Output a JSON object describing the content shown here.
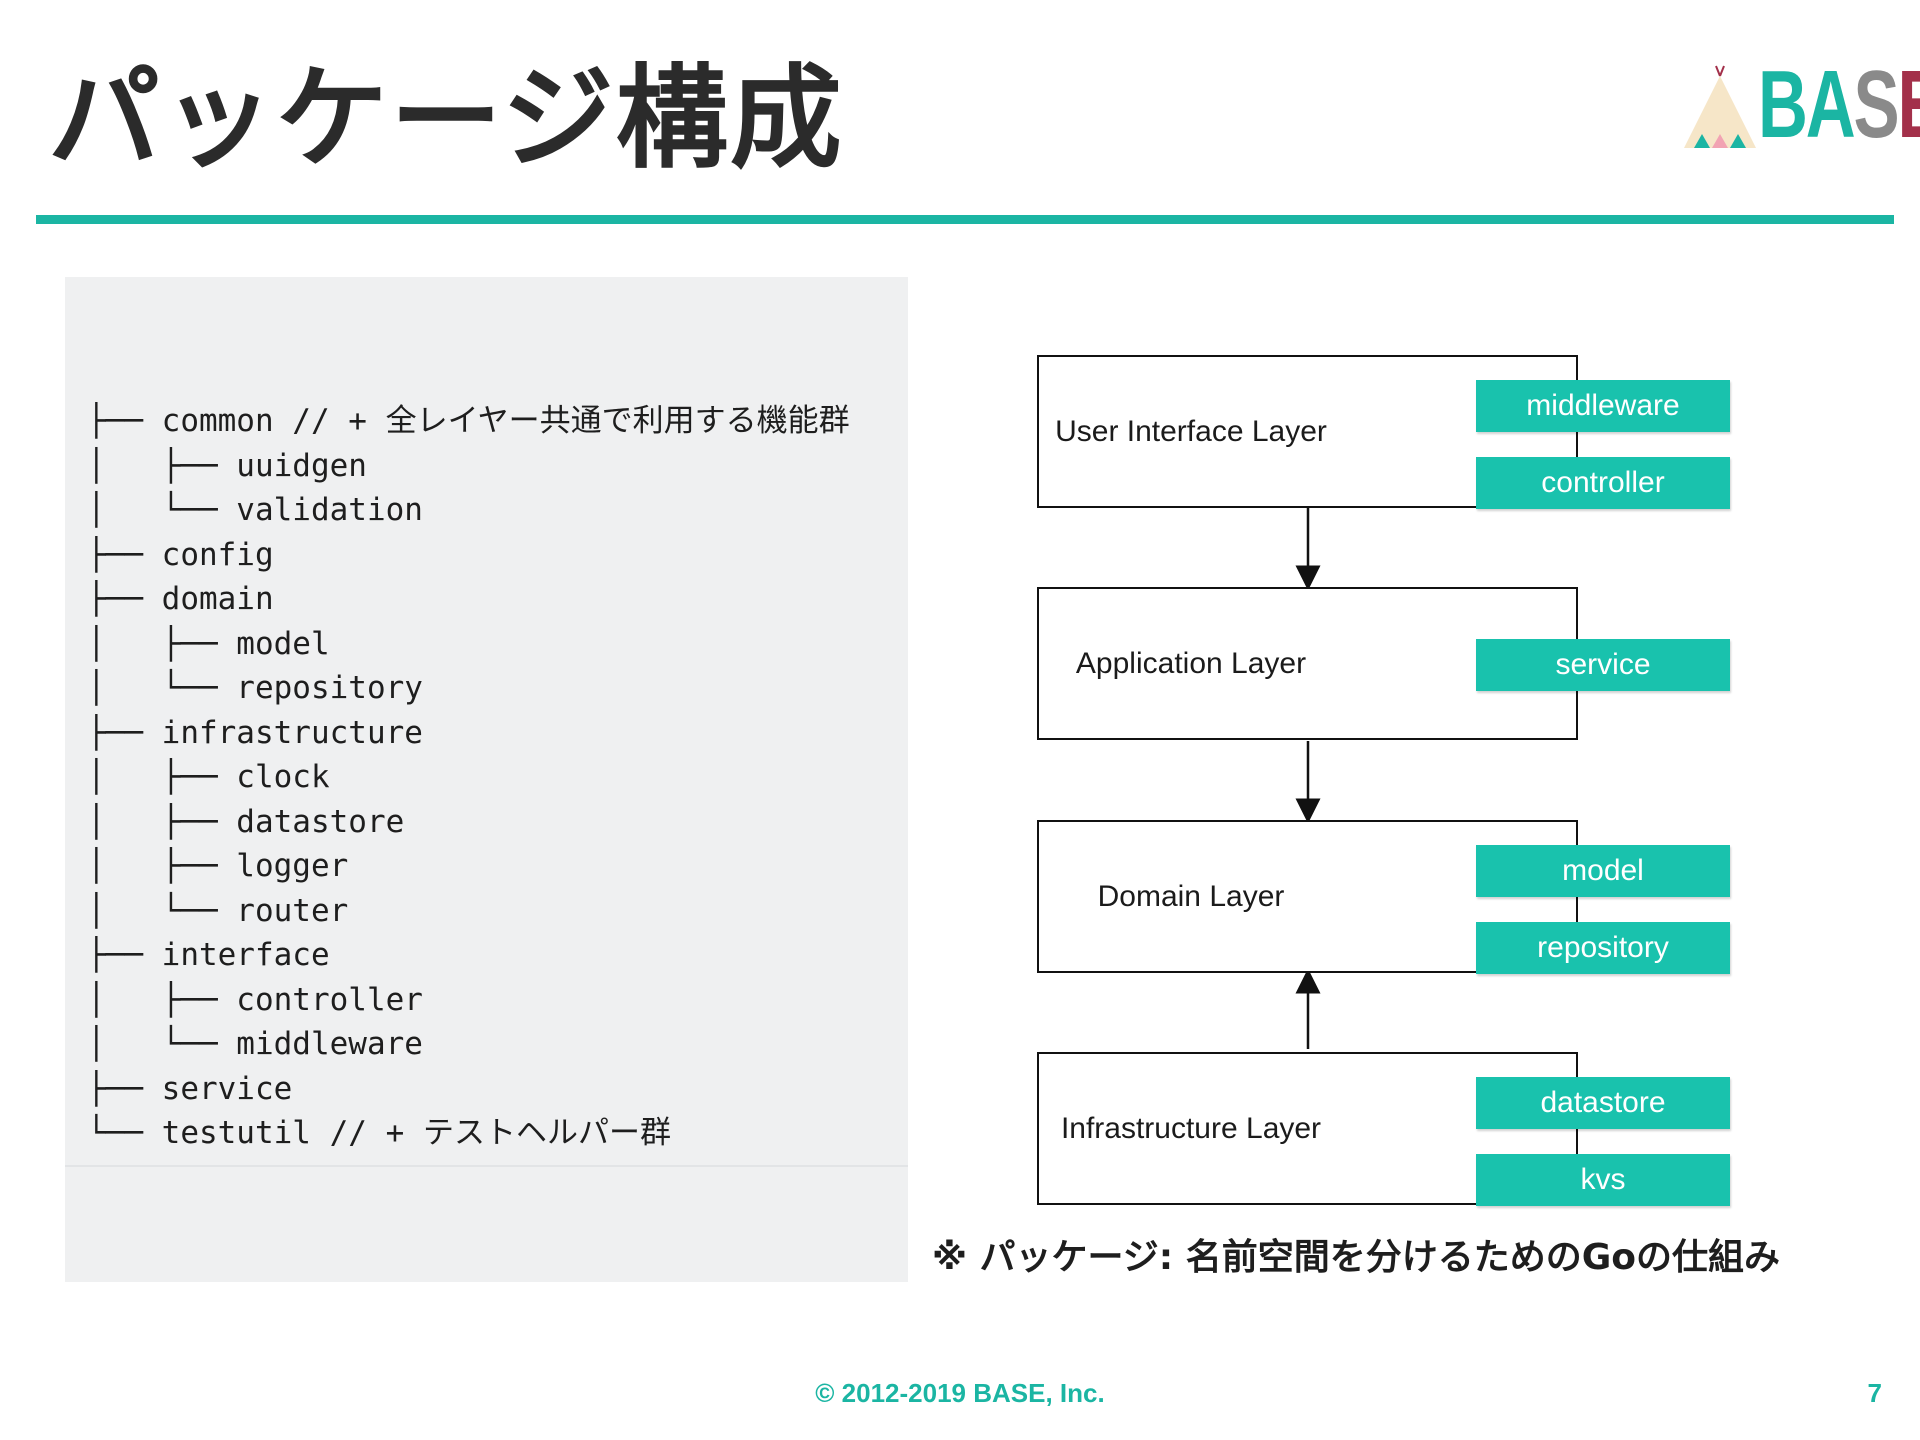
{
  "slide": {
    "title": "パッケージ構成",
    "logo_text": "BASE",
    "accent_color": "#1bb5a3",
    "note": "※ パッケージ: 名前空間を分けるためのGoの仕組み",
    "copyright": "© 2012-2019 BASE, Inc.",
    "page_number": "7"
  },
  "tree": [
    "├── common // + 全レイヤー共通で利用する機能群",
    "│   ├── uuidgen",
    "│   └── validation",
    "├── config",
    "├── domain",
    "│   ├── model",
    "│   └── repository",
    "├── infrastructure",
    "│   ├── clock",
    "│   ├── datastore",
    "│   ├── logger",
    "│   └── router",
    "├── interface",
    "│   ├── controller",
    "│   └── middleware",
    "├── service",
    "└── testutil // + テストヘルパー群"
  ],
  "layers": [
    {
      "name": "User Interface Layer",
      "packages": [
        "middleware",
        "controller"
      ]
    },
    {
      "name": "Application Layer",
      "packages": [
        "service"
      ]
    },
    {
      "name": "Domain Layer",
      "packages": [
        "model",
        "repository"
      ]
    },
    {
      "name": "Infrastructure Layer",
      "packages": [
        "datastore",
        "kvs"
      ]
    }
  ],
  "package_color": "#19c2ad"
}
